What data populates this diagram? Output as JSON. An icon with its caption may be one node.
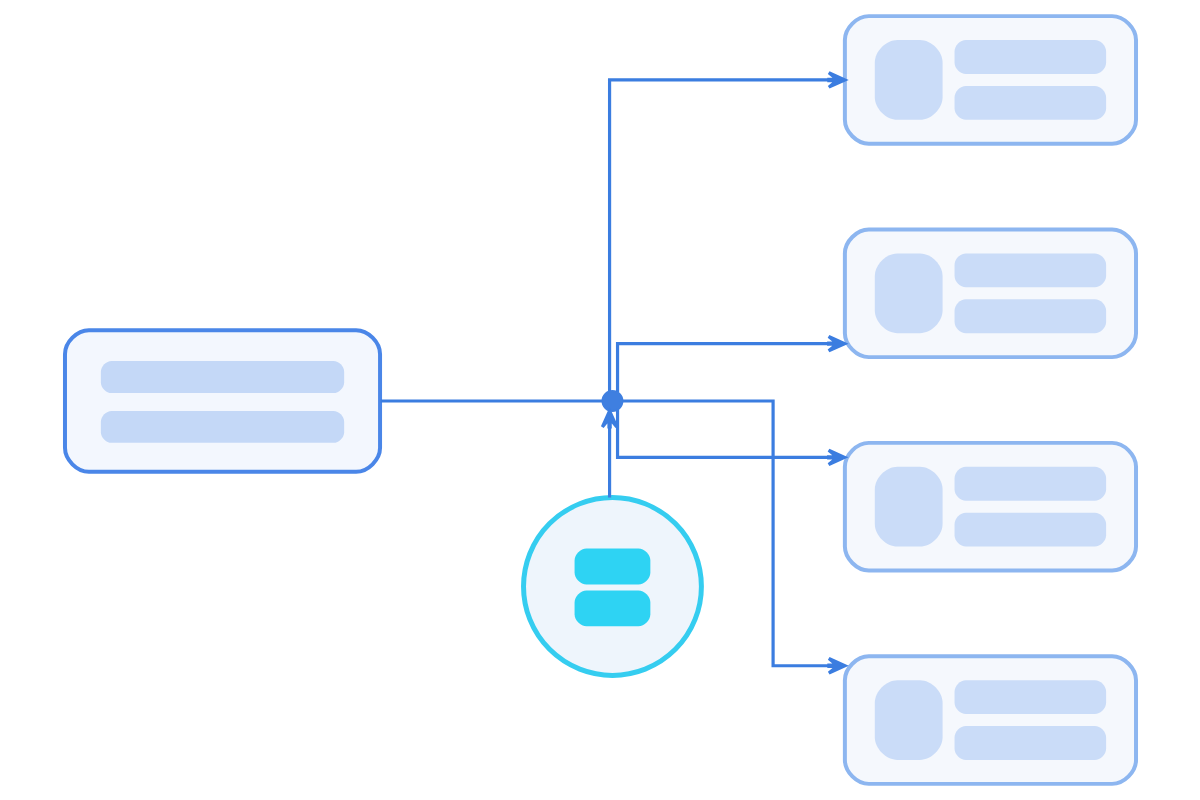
{
  "diagram": {
    "nodes": [
      {
        "text": [],
        "shape": "box"
      },
      {
        "text": [],
        "shape": "circle"
      },
      {
        "text": [],
        "shape": "person"
      },
      {
        "text": [],
        "shape": "box"
      },
      {
        "text": [],
        "shape": "box"
      },
      {
        "text": [],
        "shape": "box"
      },
      {
        "text": [],
        "shape": "box"
      }
    ],
    "edges": [
      {
        "from": 0,
        "to": 1,
        "arrow": "none"
      },
      {
        "from": 2,
        "to": 1,
        "arrow": "to"
      },
      {
        "from": 1,
        "to": 3,
        "arrow": "to"
      },
      {
        "from": 1,
        "to": 4,
        "arrow": "to"
      },
      {
        "from": 1,
        "to": 5,
        "arrow": "to"
      },
      {
        "from": 1,
        "to": 6,
        "arrow": "to"
      }
    ]
  }
}
